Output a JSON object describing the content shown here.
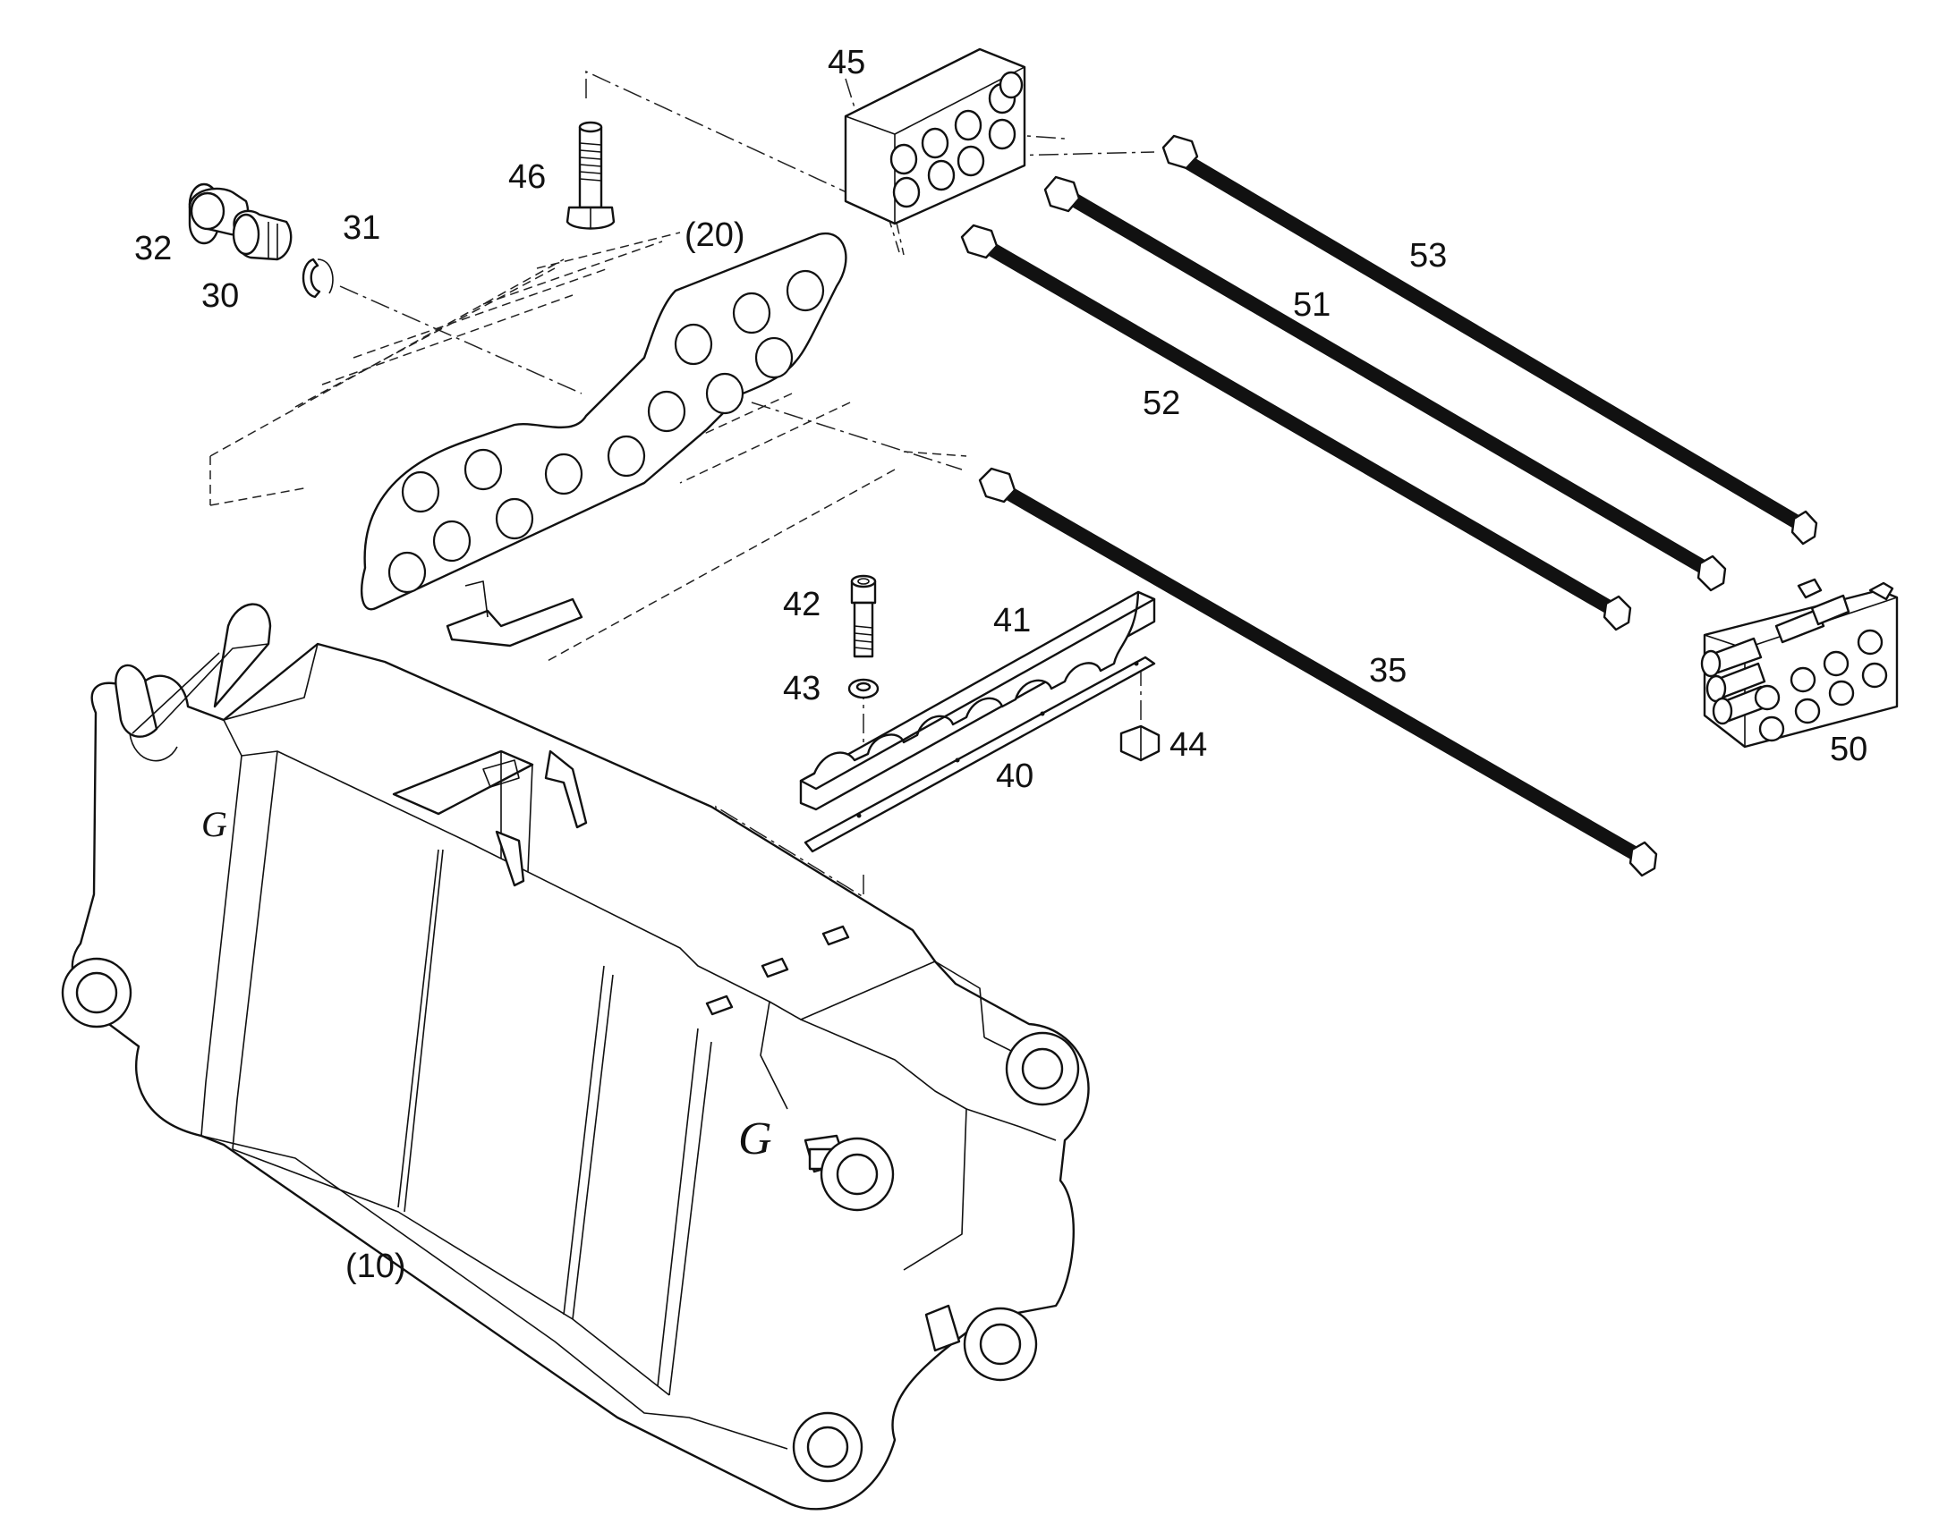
{
  "callouts": {
    "c45": "45",
    "c46": "46",
    "c20": "(20)",
    "c31": "31",
    "c32": "32",
    "c30": "30",
    "c53": "53",
    "c51": "51",
    "c52": "52",
    "c42": "42",
    "c41": "41",
    "c43": "43",
    "c35": "35",
    "c44": "44",
    "c40": "40",
    "c50": "50",
    "c10": "(10)"
  }
}
